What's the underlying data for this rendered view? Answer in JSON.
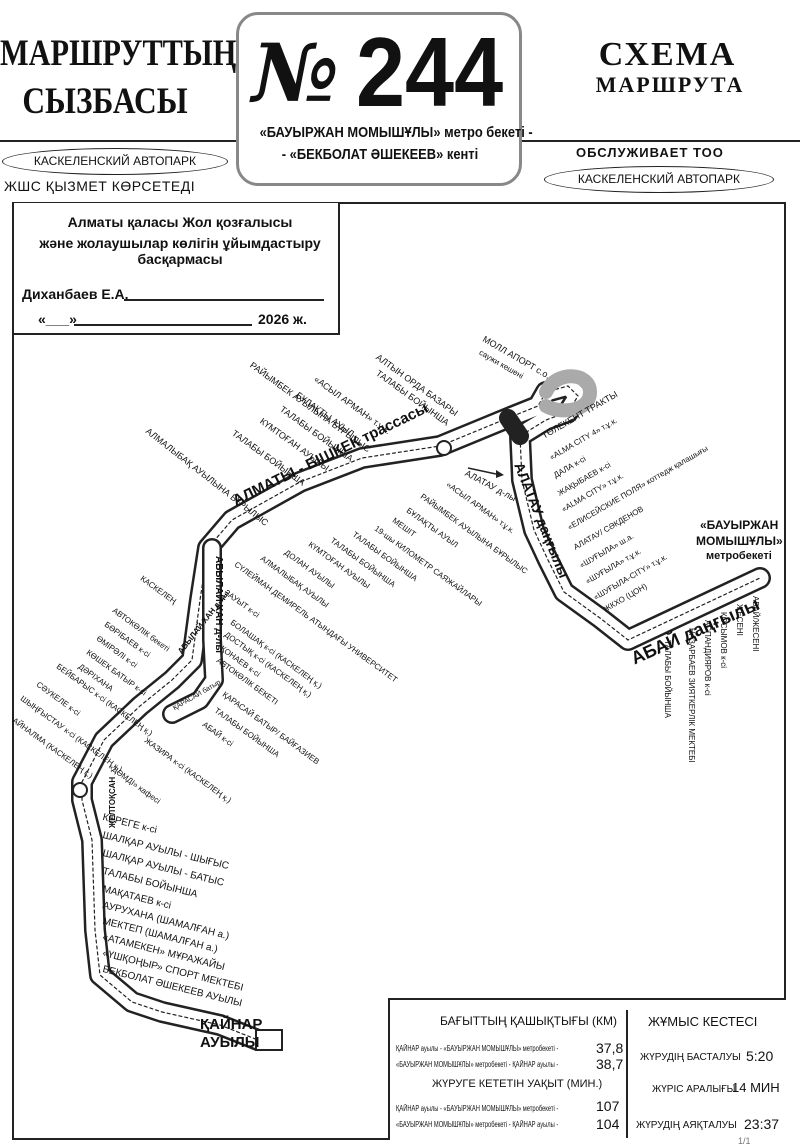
{
  "header": {
    "left_line1": "МАРШРУТТЫҢ",
    "left_line2": "СЫЗБАСЫ",
    "right_line1": "СХЕМА",
    "right_line2": "МАРШРУТА",
    "number_symbol": "№",
    "route_number": "244",
    "route_desc_line1": "«БАУЫРЖАН МОМЫШҰЛЫ» метро бекеті -",
    "route_desc_line2": "- «БЕКБОЛАТ ӘШЕКЕЕВ» кенті",
    "operator_kz_oval": "КАСКЕЛЕНСКИЙ АВТОПАРК",
    "operator_kz_text": "ЖШС ҚЫЗМЕТ КӨРСЕТЕДІ",
    "operator_ru_text": "ОБСЛУЖИВАЕТ ТОО",
    "operator_ru_oval": "КАСКЕЛЕНСКИЙ АВТОПАРК"
  },
  "approval": {
    "org_line1": "Алматы қаласы Жол қозғалысы",
    "org_line2": "және жолаушылар көлігін ұйымдастыру басқармасы",
    "signatory": "Диханбаев Е.А.",
    "date_prefix": "«___»",
    "date_year": "2026 ж."
  },
  "map": {
    "roads": [
      {
        "name": "АЛМАТЫ - БІШКЕК трассасы"
      },
      {
        "name": "АЛАТАУ даңғылы"
      },
      {
        "name": "АБАЙ даңғылы"
      },
      {
        "name": "АБЫЛАЙ ХАН д-лы"
      },
      {
        "name": "АЛАТАУ д-лы"
      },
      {
        "name": "АБЫЛАЙ ХАН д-лы"
      },
      {
        "name": "ҚАРАСАЙ батыр"
      },
      {
        "name": "ЖЕЛТОҚСАН"
      }
    ],
    "end_stop": {
      "line1": "ҚАЙНАР",
      "line2": "АУЫЛЫ"
    },
    "metro_label": {
      "line1": "«БАУЫРЖАН",
      "line2": "МОМЫШҰЛЫ»",
      "line3": "метробекеті"
    },
    "mall": {
      "line1": "МОЛЛ АПОРТ с.о.",
      "line2": "саужи кешені"
    },
    "stops": [
      "РАЙЫМБЕК АУЫЛЫНА БҰРЫЛЫС",
      "«АСЫЛ АРМАН» т.ұ.к.",
      "БҰЛАҚТЫ АУЫЛ",
      "ТАЛАБЫ БОЙЫНША",
      "КҮМТОҒАН АУЫЛЫ",
      "ТАЛАБЫ БОЙЫНША",
      "АЛМАЛЫБАҚ АУЫЛЫНА БҰРЫЛЫС",
      "АЛТЫН ОРДА БАЗАРЫ",
      "ТАЛАБЫ БОЙЫНША",
      "ТӨЛЕКЕНТ ТРАКТЫ",
      "«ALMA CITY 4» т.ұ.к.",
      "ДАЛА к-сі",
      "ЖАҚЫБАЕВ к-сі",
      "«ALMA CITY» т.ұ.к.",
      "«ЕЛИСЕЙСКИЕ ПОЛЯ» коттедж қалашығы",
      "АЛАТАУ/ СӘКДЕНОВ",
      "«ШУҒЫЛА» ш.а.",
      "«ШУҒЫЛА» т.ұ.к.",
      "«ШУҒЫЛА-CITY» т.ұ.к.",
      "ЖКХО (ЦОН)",
      "«АСЫЛ АРМАН» т.ұ.к.",
      "РАЙЫМБЕК АУЫЛЫНА БҰРЫЛЫС",
      "БҰЛАҚТЫ АУЫЛ",
      "МЕШІТ",
      "19-шы КИЛОМЕТР САЯЖАЙЛАРЫ",
      "ТАЛАБЫ БОЙЫНША",
      "ТАЛАБЫ БОЙЫНША",
      "КҮМТОҒАН АУЫЛЫ",
      "ДОЛАН АУЫЛЫ",
      "АЛМАЛЫБАҚ АУЫЛЫ",
      "СҮЛЕЙМАН ДЕМИРЕЛЬ АТЫНДАҒЫ УНИВЕРСИТЕТ",
      "ЗАУЫТ к-сі",
      "КАСКЕЛЕҢ",
      "АВТОКӨЛІК бекеті",
      "БӨРІБАЕВ к-сі",
      "ӨМІРӘЛІ к-сі",
      "КӨШЕК БАТЫР к-сі",
      "ДӘРІХАНА",
      "БОЛАШАҚ к-сі (КАСКЕЛЕҢ қ.)",
      "ДОСТЫҚ к-сі (КАСКЕЛЕҢ қ.)",
      "ҚОНАЕВ к-сі",
      "АВТОКӨЛІК БЕКЕТІ",
      "БЕЙБАРЫС к-сі (КАСКЕЛЕҢ қ.)",
      "СӘУКЕЛЕ к-сі",
      "ШЫҢҒЫСТАУ к-сі (КАСКЕЛЕҢ қ.)",
      "АЙНАЛМА (КАСКЕЛЕҢ қ.)",
      "ҚАРАСАЙ БАТЫР/ БАЙҒАЗИЕВ",
      "ТАЛАБЫ БОЙЫНША",
      "АБАЙ к-сі",
      "ЖАЗИРА к-сі (КАСКЕЛЕҢ қ.)",
      "«ДӘМДІ» кафесі",
      "КЕРЕГЕ к-сі",
      "ШАЛҚАР АУЫЛЫ - ШЫҒЫС",
      "ШАЛҚАР АУЫЛЫ - БАТЫС",
      "ТАЛАБЫ БОЙЫНША",
      "МАҚАТАЕВ к-сі",
      "АУРУХАНА (ШАМАЛҒАН а.)",
      "МЕКТЕП (ШАМАЛҒАН а.)",
      "«АТАМЕКЕН» МҰРАЖАЙЫ",
      "«ҮШҚОҢЫР» СПОРТ МЕКТЕБІ",
      "БЕКБОЛАТ ӘШЕКЕЕВ АУЫЛЫ",
      "АБАЙ/ЖЕСЕНІ",
      "ЖЕСЕНІ",
      "КОСЫМОВ к-сі",
      "АСПАНДИЯРОВ к-сі",
      "НАЗАРБАЕВ ЗИЯТКЕРЛІК МЕКТЕБІ",
      "ТАЛАБЫ БОЙЫНША"
    ]
  },
  "info": {
    "distance_title": "БАҒЫТТЫҢ ҚАШЫҚТЫҒЫ (КМ)",
    "distance_row1_label": "ҚАЙНАР ауылы - «БАУЫРЖАН МОМЫШҰЛЫ» метробекеті -",
    "distance_row1_value": "37,8",
    "distance_row2_label": "«БАУЫРЖАН МОМЫШҰЛЫ» метробекеті - ҚАЙНАР ауылы -",
    "distance_row2_value": "38,7",
    "time_title": "ЖҮРУГЕ КЕТЕТІН УАҚЫТ (МИН.)",
    "time_row1_label": "ҚАЙНАР ауылы - «БАУЫРЖАН МОМЫШҰЛЫ» метробекеті -",
    "time_row1_value": "107",
    "time_row2_label": "«БАУЫРЖАН МОМЫШҰЛЫ» метробекеті - ҚАЙНАР ауылы -",
    "time_row2_value": "104",
    "schedule_title": "ЖҰМЫС КЕСТЕСІ",
    "start_label": "ЖҮРУДІҢ БАСТАЛУЫ",
    "start_value": "5:20",
    "interval_label": "ЖҮРІС АРАЛЫҒЫ",
    "interval_value": "14 МИН",
    "end_label": "ЖҮРУДІҢ АЯҚТАЛУЫ",
    "end_value": "23:37",
    "page": "1/1"
  }
}
